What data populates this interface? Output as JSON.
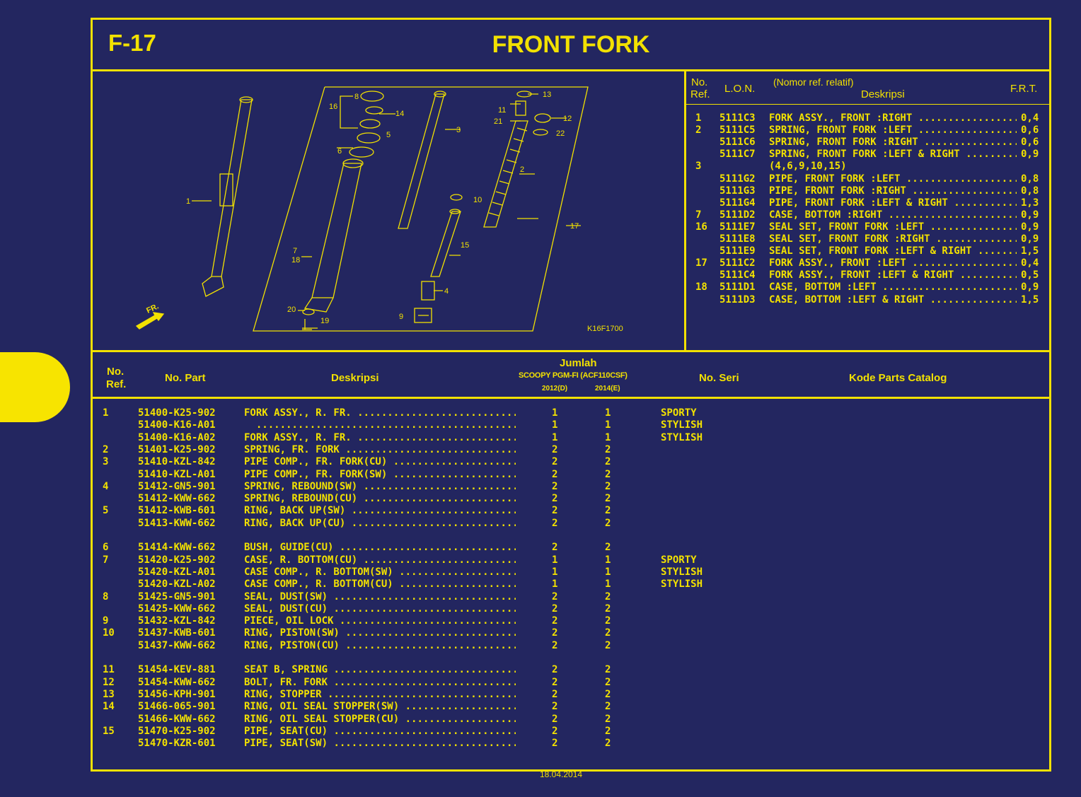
{
  "page": {
    "code": "F-17",
    "title": "FRONT FORK",
    "footer_date": "18.04.2014"
  },
  "diagram": {
    "callouts": [
      "1",
      "2",
      "3",
      "4",
      "5",
      "6",
      "7",
      "8",
      "9",
      "10",
      "11",
      "12",
      "13",
      "14",
      "15",
      "16",
      "17",
      "18",
      "19",
      "20",
      "21",
      "22"
    ],
    "direction_label": "FR.",
    "figure_code": "K16F1700"
  },
  "lon_header": {
    "no_ref": "No.",
    "ref": "Ref.",
    "lon": "L.O.N.",
    "nomor": "(Nomor ref. relatif)",
    "deskripsi": "Deskripsi",
    "frt": "F.R.T."
  },
  "lon_rows": [
    {
      "ref": "1",
      "lon": "5111C3",
      "desc": "FORK ASSY., FRONT :RIGHT",
      "frt": "0,4"
    },
    {
      "ref": "2",
      "lon": "5111C5",
      "desc": "SPRING, FRONT FORK :LEFT",
      "frt": "0,6"
    },
    {
      "ref": "",
      "lon": "5111C6",
      "desc": "SPRING, FRONT FORK :RIGHT",
      "frt": "0,6"
    },
    {
      "ref": "",
      "lon": "5111C7",
      "desc": "SPRING, FRONT FORK :LEFT & RIGHT",
      "frt": "0,9"
    },
    {
      "ref": "3",
      "lon": "",
      "desc": "(4,6,9,10,15)",
      "frt": ""
    },
    {
      "ref": "",
      "lon": "5111G2",
      "desc": "PIPE, FRONT FORK :LEFT",
      "frt": "0,8"
    },
    {
      "ref": "",
      "lon": "5111G3",
      "desc": "PIPE, FRONT FORK :RIGHT",
      "frt": "0,8"
    },
    {
      "ref": "",
      "lon": "5111G4",
      "desc": "PIPE, FRONT FORK :LEFT & RIGHT",
      "frt": "1,3"
    },
    {
      "ref": "7",
      "lon": "5111D2",
      "desc": "CASE, BOTTOM :RIGHT",
      "frt": "0,9"
    },
    {
      "ref": "16",
      "lon": "5111E7",
      "desc": "SEAL SET, FRONT FORK :LEFT",
      "frt": "0,9"
    },
    {
      "ref": "",
      "lon": "5111E8",
      "desc": "SEAL SET, FRONT FORK :RIGHT",
      "frt": "0,9"
    },
    {
      "ref": "",
      "lon": "5111E9",
      "desc": "SEAL SET, FRONT FORK :LEFT & RIGHT",
      "frt": "1,5"
    },
    {
      "ref": "17",
      "lon": "5111C2",
      "desc": "FORK ASSY., FRONT :LEFT",
      "frt": "0,4"
    },
    {
      "ref": "",
      "lon": "5111C4",
      "desc": "FORK ASSY., FRONT :LEFT & RIGHT",
      "frt": "0,5"
    },
    {
      "ref": "18",
      "lon": "5111D1",
      "desc": "CASE, BOTTOM :LEFT",
      "frt": "0,9"
    },
    {
      "ref": "",
      "lon": "5111D3",
      "desc": "CASE, BOTTOM :LEFT & RIGHT",
      "frt": "1,5"
    }
  ],
  "parts_header": {
    "no": "No.",
    "ref": "Ref.",
    "no_part": "No. Part",
    "deskripsi": "Deskripsi",
    "jumlah": "Jumlah",
    "model": "SCOOPY PGM-FI (ACF110CSF)",
    "col1": "2012(D)",
    "col2": "2014(E)",
    "no_seri": "No. Seri",
    "kode": "Kode Parts Catalog"
  },
  "parts_rows": [
    {
      "ref": "1",
      "part": "51400-K25-902",
      "desc": "FORK ASSY., R. FR.",
      "q1": "1",
      "q2": "1",
      "seri": "SPORTY"
    },
    {
      "ref": "",
      "part": "51400-K16-A01",
      "desc": "",
      "q1": "1",
      "q2": "1",
      "seri": "STYLISH"
    },
    {
      "ref": "",
      "part": "51400-K16-A02",
      "desc": "FORK ASSY., R. FR.",
      "q1": "1",
      "q2": "1",
      "seri": "STYLISH"
    },
    {
      "ref": "2",
      "part": "51401-K25-902",
      "desc": "SPRING, FR. FORK",
      "q1": "2",
      "q2": "2",
      "seri": ""
    },
    {
      "ref": "3",
      "part": "51410-KZL-842",
      "desc": "PIPE COMP., FR. FORK(CU)",
      "q1": "2",
      "q2": "2",
      "seri": ""
    },
    {
      "ref": "",
      "part": "51410-KZL-A01",
      "desc": "PIPE COMP., FR. FORK(SW)",
      "q1": "2",
      "q2": "2",
      "seri": ""
    },
    {
      "ref": "4",
      "part": "51412-GN5-901",
      "desc": "SPRING, REBOUND(SW)",
      "q1": "2",
      "q2": "2",
      "seri": ""
    },
    {
      "ref": "",
      "part": "51412-KWW-662",
      "desc": "SPRING, REBOUND(CU)",
      "q1": "2",
      "q2": "2",
      "seri": ""
    },
    {
      "ref": "5",
      "part": "51412-KWB-601",
      "desc": "RING, BACK UP(SW)",
      "q1": "2",
      "q2": "2",
      "seri": ""
    },
    {
      "ref": "",
      "part": "51413-KWW-662",
      "desc": "RING, BACK UP(CU)",
      "q1": "2",
      "q2": "2",
      "seri": ""
    },
    {
      "ref": "6",
      "part": "51414-KWW-662",
      "desc": "BUSH, GUIDE(CU)",
      "q1": "2",
      "q2": "2",
      "seri": ""
    },
    {
      "ref": "7",
      "part": "51420-K25-902",
      "desc": "CASE, R. BOTTOM(CU)",
      "q1": "1",
      "q2": "1",
      "seri": "SPORTY"
    },
    {
      "ref": "",
      "part": "51420-KZL-A01",
      "desc": "CASE COMP., R. BOTTOM(SW)",
      "q1": "1",
      "q2": "1",
      "seri": "STYLISH"
    },
    {
      "ref": "",
      "part": "51420-KZL-A02",
      "desc": "CASE COMP., R. BOTTOM(CU)",
      "q1": "1",
      "q2": "1",
      "seri": "STYLISH"
    },
    {
      "ref": "8",
      "part": "51425-GN5-901",
      "desc": "SEAL, DUST(SW)",
      "q1": "2",
      "q2": "2",
      "seri": ""
    },
    {
      "ref": "",
      "part": "51425-KWW-662",
      "desc": "SEAL, DUST(CU)",
      "q1": "2",
      "q2": "2",
      "seri": ""
    },
    {
      "ref": "9",
      "part": "51432-KZL-842",
      "desc": "PIECE, OIL LOCK",
      "q1": "2",
      "q2": "2",
      "seri": ""
    },
    {
      "ref": "10",
      "part": "51437-KWB-601",
      "desc": "RING, PISTON(SW)",
      "q1": "2",
      "q2": "2",
      "seri": ""
    },
    {
      "ref": "",
      "part": "51437-KWW-662",
      "desc": "RING, PISTON(CU)",
      "q1": "2",
      "q2": "2",
      "seri": ""
    },
    {
      "ref": "11",
      "part": "51454-KEV-881",
      "desc": "SEAT B, SPRING",
      "q1": "2",
      "q2": "2",
      "seri": ""
    },
    {
      "ref": "12",
      "part": "51454-KWW-662",
      "desc": "BOLT, FR. FORK",
      "q1": "2",
      "q2": "2",
      "seri": ""
    },
    {
      "ref": "13",
      "part": "51456-KPH-901",
      "desc": "RING, STOPPER",
      "q1": "2",
      "q2": "2",
      "seri": ""
    },
    {
      "ref": "14",
      "part": "51466-065-901",
      "desc": "RING, OIL SEAL STOPPER(SW)",
      "q1": "2",
      "q2": "2",
      "seri": ""
    },
    {
      "ref": "",
      "part": "51466-KWW-662",
      "desc": "RING, OIL SEAL STOPPER(CU)",
      "q1": "2",
      "q2": "2",
      "seri": ""
    },
    {
      "ref": "15",
      "part": "51470-K25-902",
      "desc": "PIPE, SEAT(CU)",
      "q1": "2",
      "q2": "2",
      "seri": ""
    },
    {
      "ref": "",
      "part": "51470-KZR-601",
      "desc": "PIPE, SEAT(SW)",
      "q1": "2",
      "q2": "2",
      "seri": ""
    }
  ]
}
